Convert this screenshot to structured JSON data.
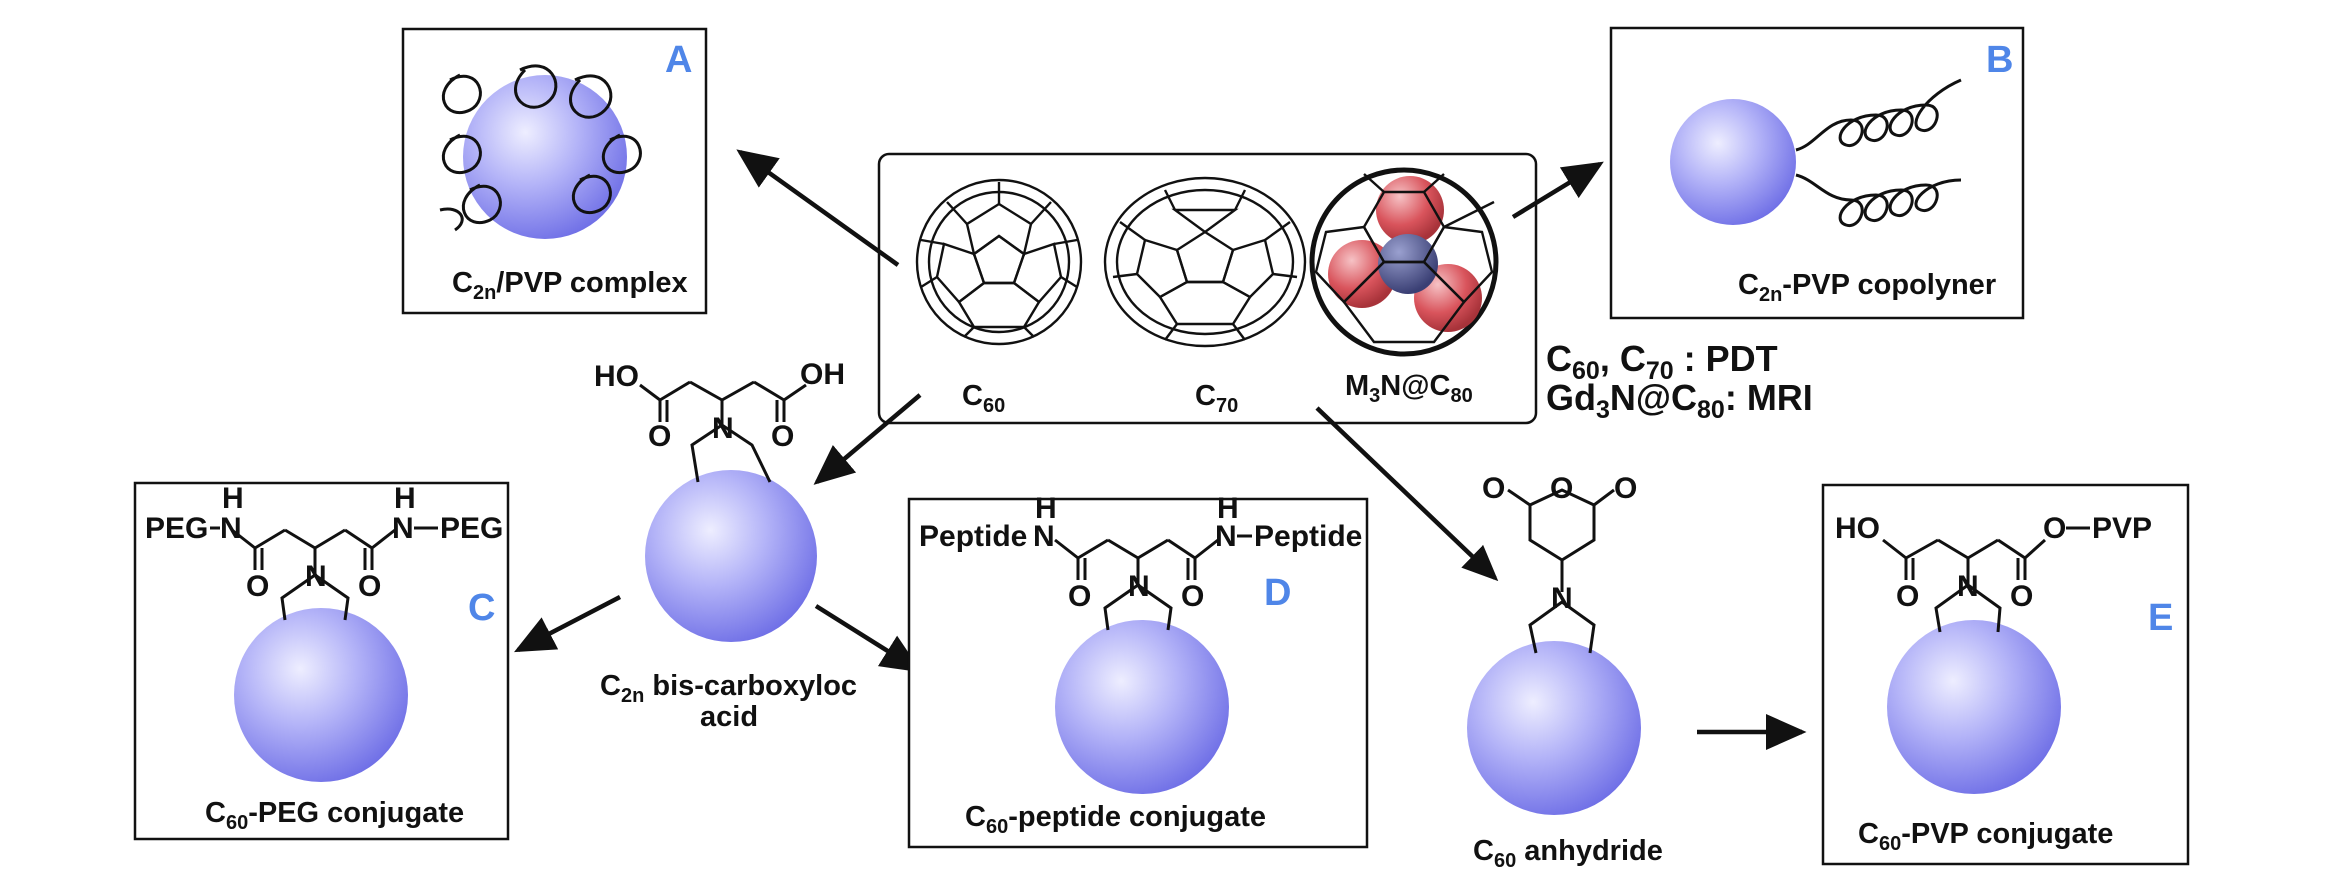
{
  "panels": {
    "A": {
      "letter": "A",
      "cap_main": "C",
      "cap_sub": "2n",
      "cap_rest": "/PVP complex"
    },
    "B": {
      "letter": "B",
      "cap_main": "C",
      "cap_sub": "2n",
      "cap_rest": "-PVP copolyner"
    },
    "C": {
      "letter": "C",
      "cap_main": "C",
      "cap_sub": "60",
      "cap_rest": "-PEG conjugate",
      "left_group": "PEG",
      "right_group": "PEG"
    },
    "D": {
      "letter": "D",
      "cap_main": "C",
      "cap_sub": "60",
      "cap_rest": "-peptide conjugate",
      "left_group": "Peptide",
      "right_group": "Peptide"
    },
    "E": {
      "letter": "E",
      "cap_main": "C",
      "cap_sub": "60",
      "cap_rest": "-PVP conjugate",
      "left_group": "HO",
      "right_group": "PVP"
    }
  },
  "center": {
    "c60": {
      "main": "C",
      "sub": "60"
    },
    "c70": {
      "main": "C",
      "sub": "70"
    },
    "m3n": {
      "a": "M",
      "a_sub": "3",
      "b": "N@C",
      "b_sub": "80"
    }
  },
  "applications": {
    "line1": {
      "c1": "C",
      "s1": "60",
      "mid": ", C",
      "s2": "70",
      "rest": " : PDT"
    },
    "line2": {
      "a": "Gd",
      "s1": "3",
      "b": "N@C",
      "s2": "80",
      "rest": ": MRI"
    }
  },
  "bisacid": {
    "oh_left": "HO",
    "oh_right": "OH",
    "cap_main": "C",
    "cap_sub": "2n",
    "cap_rest": " bis-carboxyloc",
    "cap_line2": "acid"
  },
  "anhydride": {
    "cap_main": "C",
    "cap_sub": "60",
    "cap_rest": " anhydride"
  },
  "atoms": {
    "N": "N",
    "O": "O",
    "H": "H",
    "OH": "OH",
    "HO": "HO"
  },
  "colors": {
    "sphere_light": "#eeeeff",
    "sphere_mid": "#a9a9f6",
    "sphere_dark": "#6e6ee6",
    "letter_blue": "#4f86e8",
    "oxygen_red": "#d9545c",
    "nitrogen_blue": "#4a4f86"
  }
}
